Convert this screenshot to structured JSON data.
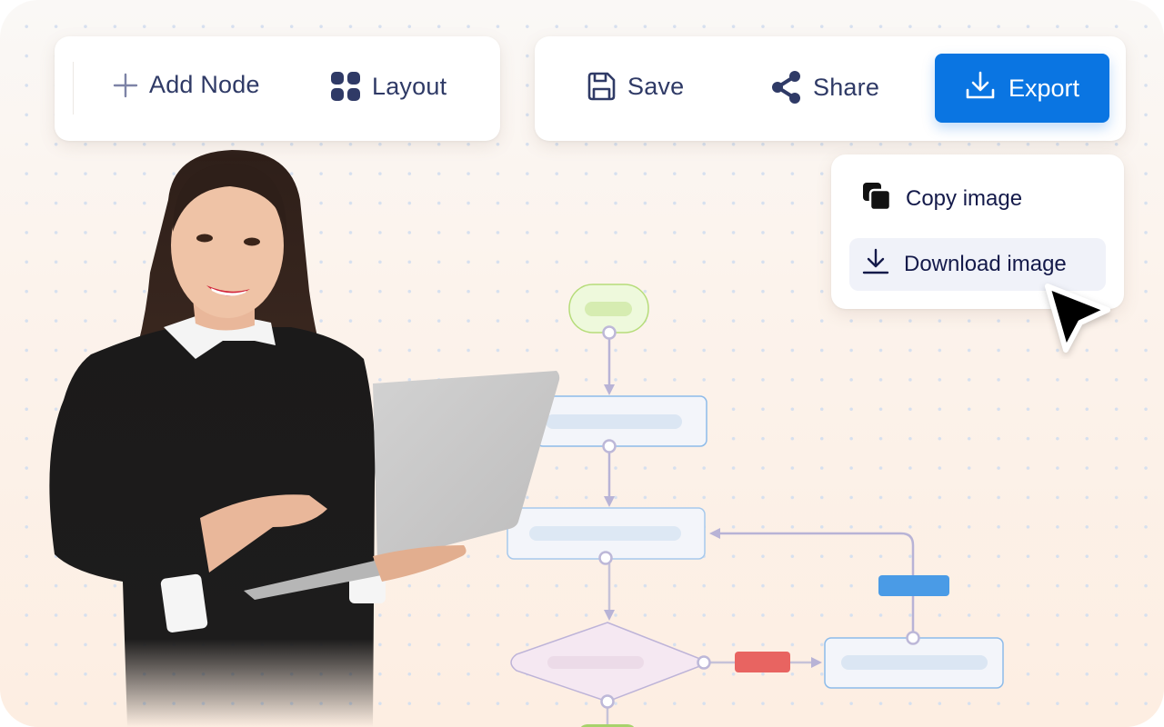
{
  "canvas": {
    "background_top": "#faf8f6",
    "background_bottom": "#fdeee2",
    "grid_dot_color": "#d6e0ef"
  },
  "toolbar_left": {
    "add_node": {
      "label": "Add Node",
      "icon": "plus-icon"
    },
    "layout": {
      "label": "Layout",
      "icon": "grid-icon"
    }
  },
  "toolbar_right": {
    "save": {
      "label": "Save",
      "icon": "floppy-disk-icon"
    },
    "share": {
      "label": "Share",
      "icon": "share-icon"
    },
    "export": {
      "label": "Export",
      "icon": "download-icon",
      "color": "#0a75e2"
    }
  },
  "export_menu": {
    "items": [
      {
        "label": "Copy image",
        "icon": "copy-icon",
        "highlighted": false
      },
      {
        "label": "Download image",
        "icon": "download-icon",
        "highlighted": true
      }
    ]
  },
  "cursor": {
    "icon": "pointer-arrow-icon"
  },
  "flowchart": {
    "nodes": [
      {
        "id": "start",
        "shape": "pill",
        "fill": "#eef9dc",
        "stroke": "#b6dc7a"
      },
      {
        "id": "process-1",
        "shape": "rect",
        "fill": "#f3f5fa",
        "stroke": "#8dbbe9"
      },
      {
        "id": "process-2",
        "shape": "rect",
        "fill": "#f3f5fa",
        "stroke": "#8dbbe9"
      },
      {
        "id": "decision",
        "shape": "diamond",
        "fill": "#f5e8f2",
        "stroke": "#b9b0d6"
      },
      {
        "id": "process-3",
        "shape": "rect",
        "fill": "#f3f5fa",
        "stroke": "#8dbbe9"
      },
      {
        "id": "end",
        "shape": "pill",
        "fill": "#a7d36b",
        "stroke": "#a7d36b"
      }
    ],
    "edge_labels": [
      {
        "edge": "decision->process-3",
        "color": "#e86461"
      },
      {
        "edge": "process-3->process-2",
        "color": "#4a9be6"
      }
    ],
    "edge_color": "#b8b3d6"
  },
  "illustration": {
    "subject": "smiling woman holding laptop"
  }
}
